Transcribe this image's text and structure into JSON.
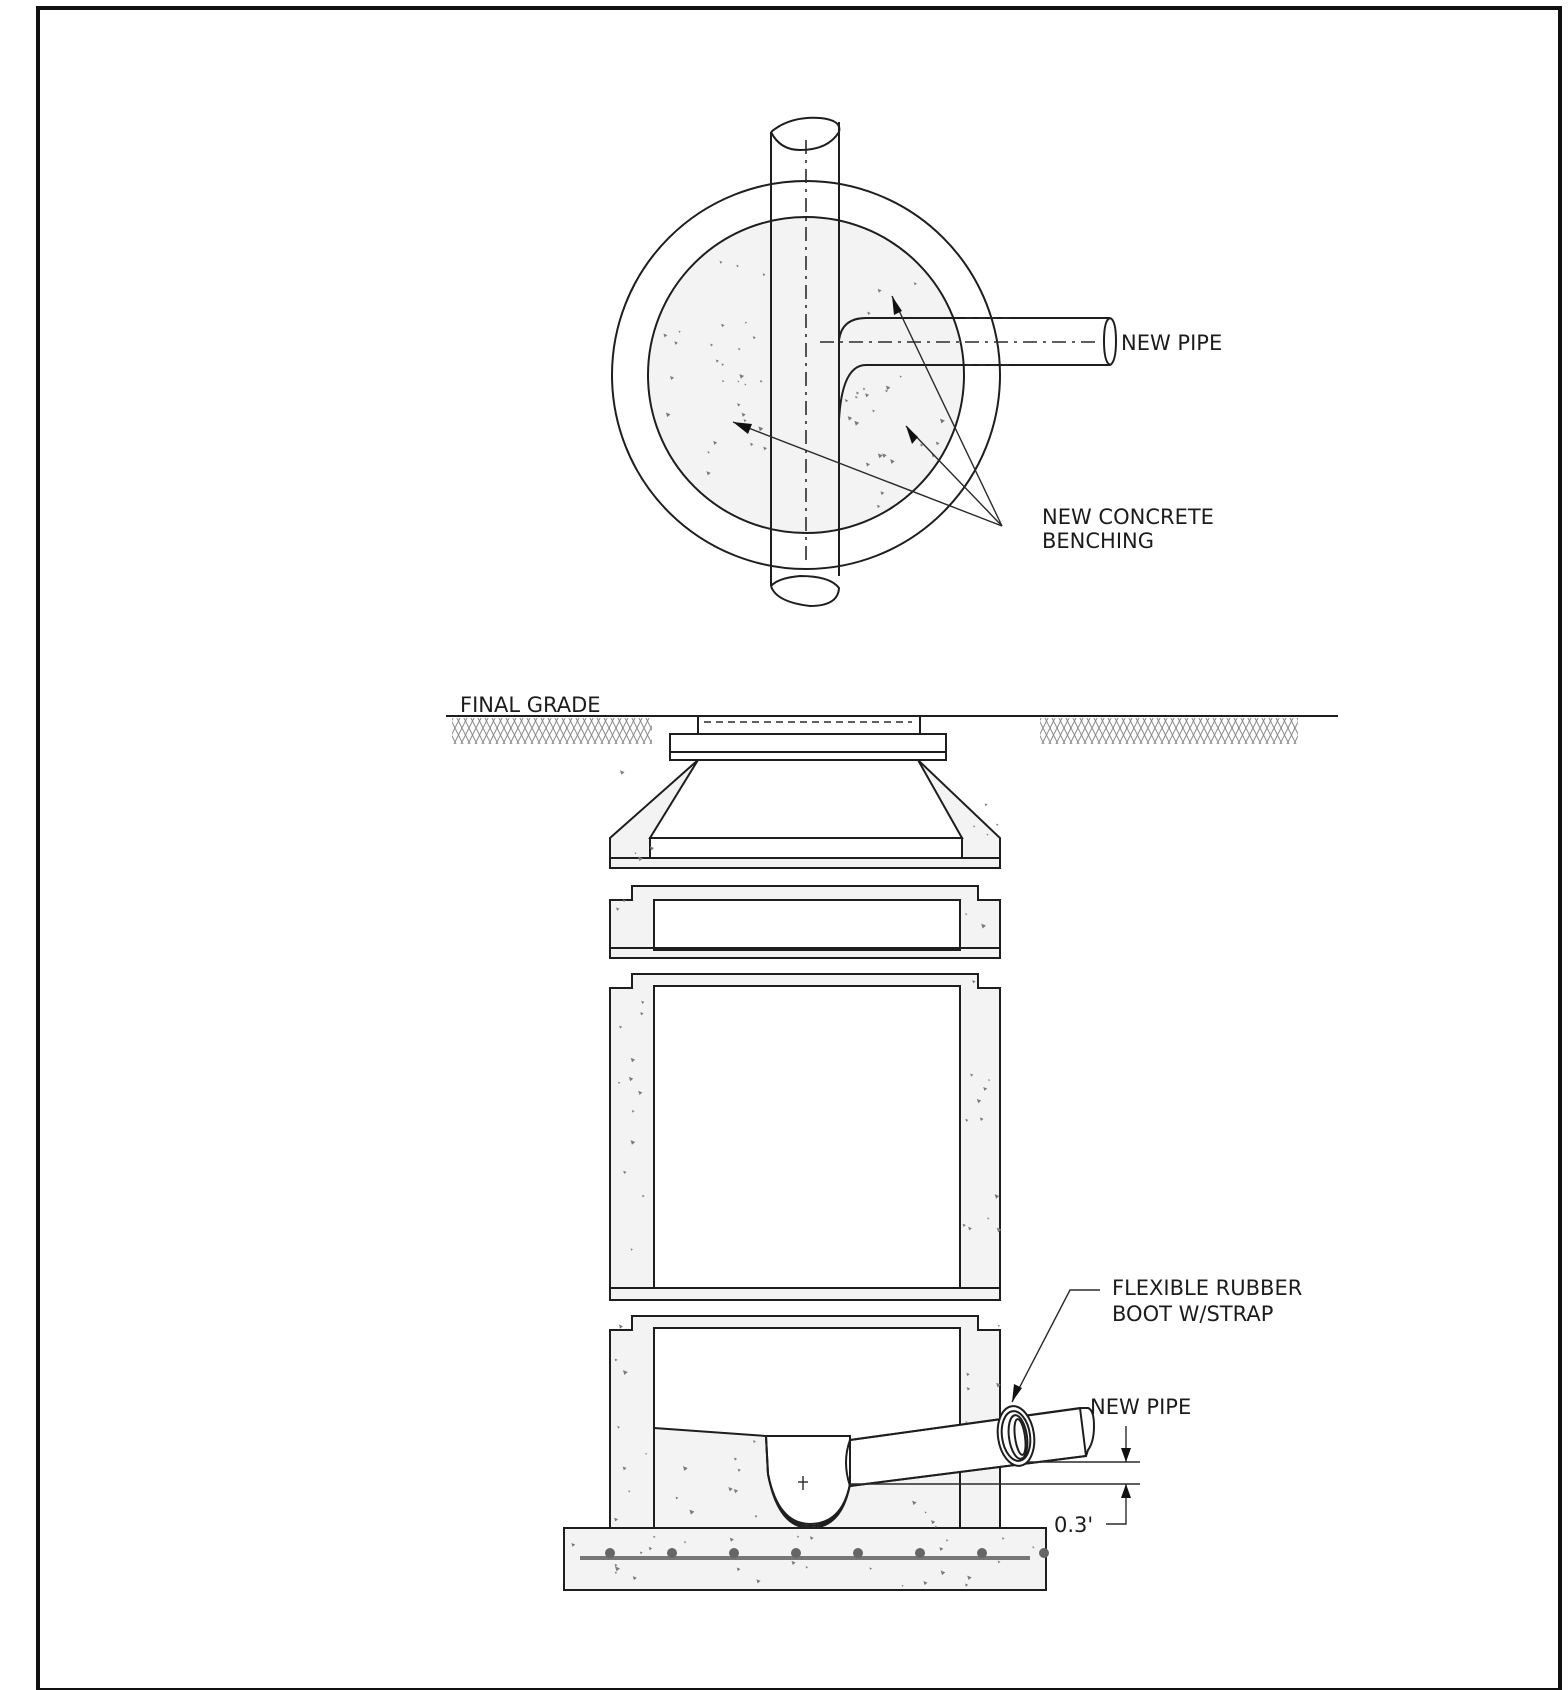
{
  "plan_view": {
    "new_pipe_label": "NEW PIPE",
    "benching_label_line1": "NEW CONCRETE",
    "benching_label_line2": "BENCHING"
  },
  "section_view": {
    "final_grade_label": "FINAL GRADE",
    "boot_label_line1": "FLEXIBLE RUBBER",
    "boot_label_line2": "BOOT W/STRAP",
    "new_pipe_label": "NEW PIPE",
    "drop_dimension": "0.3'"
  },
  "colors": {
    "line": "#1e1e1e",
    "concrete_fill": "#f3f3f3",
    "background": "#ffffff"
  }
}
